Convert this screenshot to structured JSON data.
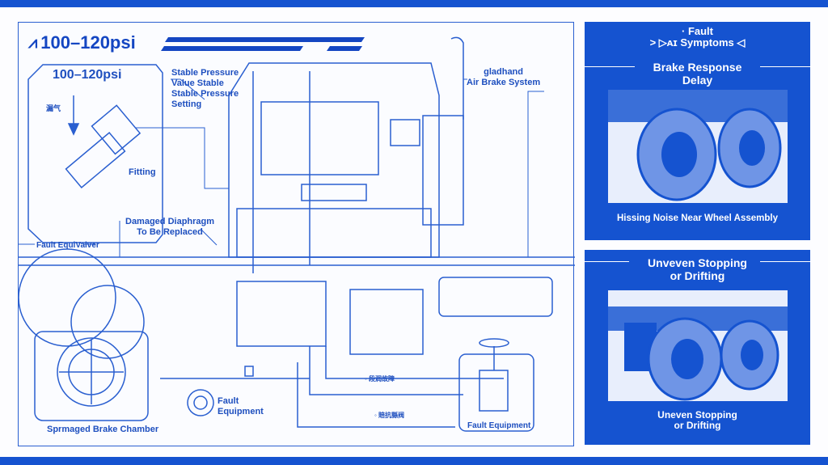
{
  "header": {
    "title": "100–120psi",
    "logo_icon": "brake-logo-icon"
  },
  "fitting_inset": {
    "pressure": "100–120psi",
    "leak_label": "漏气",
    "part_label": "Fitting"
  },
  "callouts": {
    "stable_pressure": [
      "Stable Pressure",
      "Value Stable",
      "Stable Pressure",
      "Setting"
    ],
    "gladhand": [
      "gladhand",
      "Air Brake System"
    ],
    "diaphragm": [
      "Damaged Diaphragm",
      "To Be Replaced"
    ],
    "fault_valve": "Fault EquiValver",
    "brake_chamber": "Sprmaged Brake Chamber",
    "fault_equipment_1": [
      "Fault",
      "Equipment"
    ],
    "fault_equipment_2": "Fault Equipment",
    "cn_label_1": "◦ 段润故障",
    "cn_label_2": "◦ 賠抗縣阀"
  },
  "fault_panel": {
    "heading": [
      "· Fault",
      "Symptoms"
    ],
    "heading_prefix": "> ▷ᴀɪ",
    "heading_suffix": "◁",
    "symptom_1": {
      "title": [
        "Brake Response",
        "Delay"
      ],
      "caption": "Hissing Noise Near Wheel Assembly"
    },
    "symptom_2": {
      "title": [
        "Unveven Stopping",
        "or Drifting"
      ],
      "caption": [
        "Uneven Stopping",
        "or Drifting"
      ]
    }
  },
  "colors": {
    "primary": "#1553d0",
    "line": "#2a5fd0",
    "background": "#fdfdff"
  }
}
